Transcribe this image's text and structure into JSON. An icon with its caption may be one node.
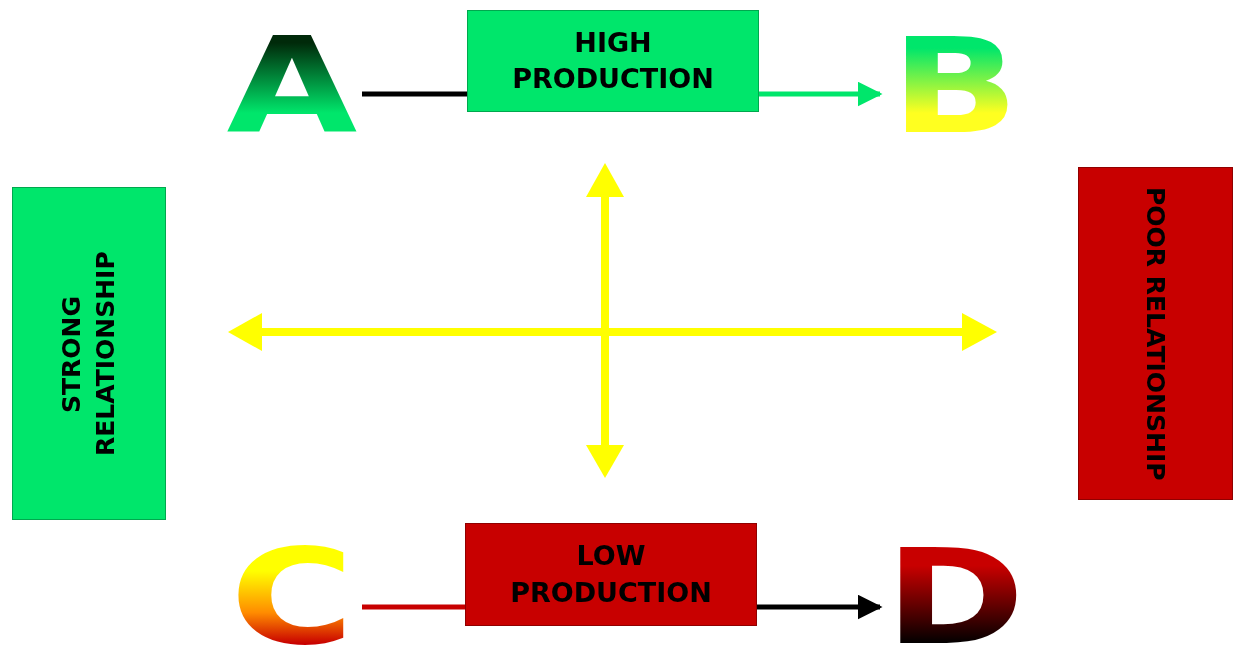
{
  "diagram": {
    "nodes": [
      {
        "text": [
          "A"
        ]
      },
      {
        "text": [
          "HIGH PRODUCTION"
        ]
      },
      {
        "text": [
          "B"
        ]
      },
      {
        "text": [
          "STRONG RELATIONSHIP"
        ]
      },
      {
        "text": [
          "POOR RELATIONSHIP"
        ]
      },
      {
        "text": [
          "C"
        ]
      },
      {
        "text": [
          "LOW PRODUCTION"
        ]
      },
      {
        "text": [
          "D"
        ]
      }
    ],
    "edges": [
      {
        "from": 0,
        "to": 1,
        "arrow": "none",
        "color": "#000000"
      },
      {
        "from": 1,
        "to": 2,
        "arrow": "to",
        "color": "#00e66b"
      },
      {
        "from": 5,
        "to": 6,
        "arrow": "none",
        "color": "#c80000"
      },
      {
        "from": 6,
        "to": 7,
        "arrow": "to",
        "color": "#000000"
      }
    ]
  }
}
